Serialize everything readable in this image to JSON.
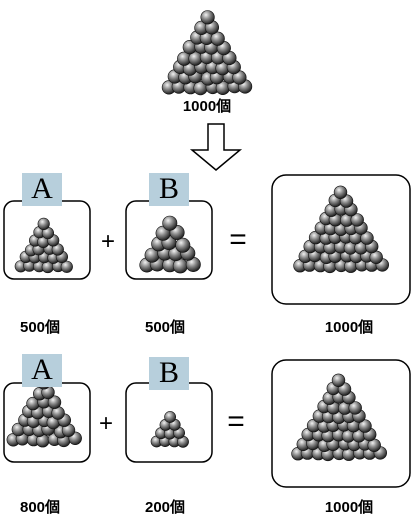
{
  "top": {
    "count_label": "1000個"
  },
  "row1": {
    "box_a": {
      "letter": "A",
      "count_label": "500個"
    },
    "box_b": {
      "letter": "B",
      "count_label": "500個"
    },
    "result": {
      "count_label": "1000個"
    },
    "plus": "+",
    "equals": "="
  },
  "row2": {
    "box_a": {
      "letter": "A",
      "count_label": "800個"
    },
    "box_b": {
      "letter": "B",
      "count_label": "200個"
    },
    "result": {
      "count_label": "1000個"
    },
    "plus": "+",
    "equals": "="
  },
  "colors": {
    "letter_tag": "#b7cfdc",
    "ball_dark": "#1a1a1a",
    "ball_light": "#f2f2f2",
    "stroke": "#000000"
  },
  "icons": {
    "arrow": "down-arrow-icon",
    "ball": "sphere-icon"
  }
}
